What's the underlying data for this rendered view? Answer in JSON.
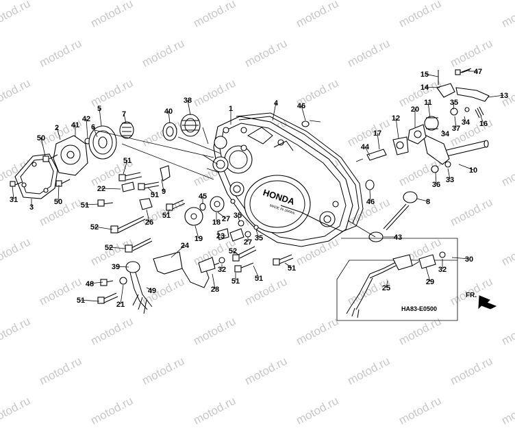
{
  "diagram": {
    "watermark": "motod.ru",
    "drawing_code": "HA83-E0500",
    "front_marker": "FR.",
    "cover_brand": "HONDA",
    "cover_sub": "MADE IN JAPAN",
    "callouts": {
      "c1": "1",
      "c2": "2",
      "c3": "3",
      "c4": "4",
      "c5": "5",
      "c6": "6",
      "c7": "7",
      "c8": "8",
      "c9": "9",
      "c10": "10",
      "c11": "11",
      "c12": "12",
      "c13": "13",
      "c14": "14",
      "c15": "15",
      "c16": "16",
      "c17": "17",
      "c18": "18",
      "c19": "19",
      "c20": "20",
      "c21": "21",
      "c22": "22",
      "c23": "23",
      "c24": "24",
      "c25": "25",
      "c26": "26",
      "c27": "27",
      "c28": "28",
      "c29": "29",
      "c30": "30",
      "c31": "31",
      "c32": "32",
      "c33": "33",
      "c34": "34",
      "c35": "35",
      "c36": "36",
      "c37": "37",
      "c38": "38",
      "c39": "39",
      "c40": "40",
      "c41": "41",
      "c42": "42",
      "c43": "43",
      "c44": "44",
      "c45": "45",
      "c46": "46",
      "c47": "47",
      "c48": "48",
      "c49": "49",
      "c50": "50",
      "c51": "51",
      "c52": "52"
    }
  }
}
